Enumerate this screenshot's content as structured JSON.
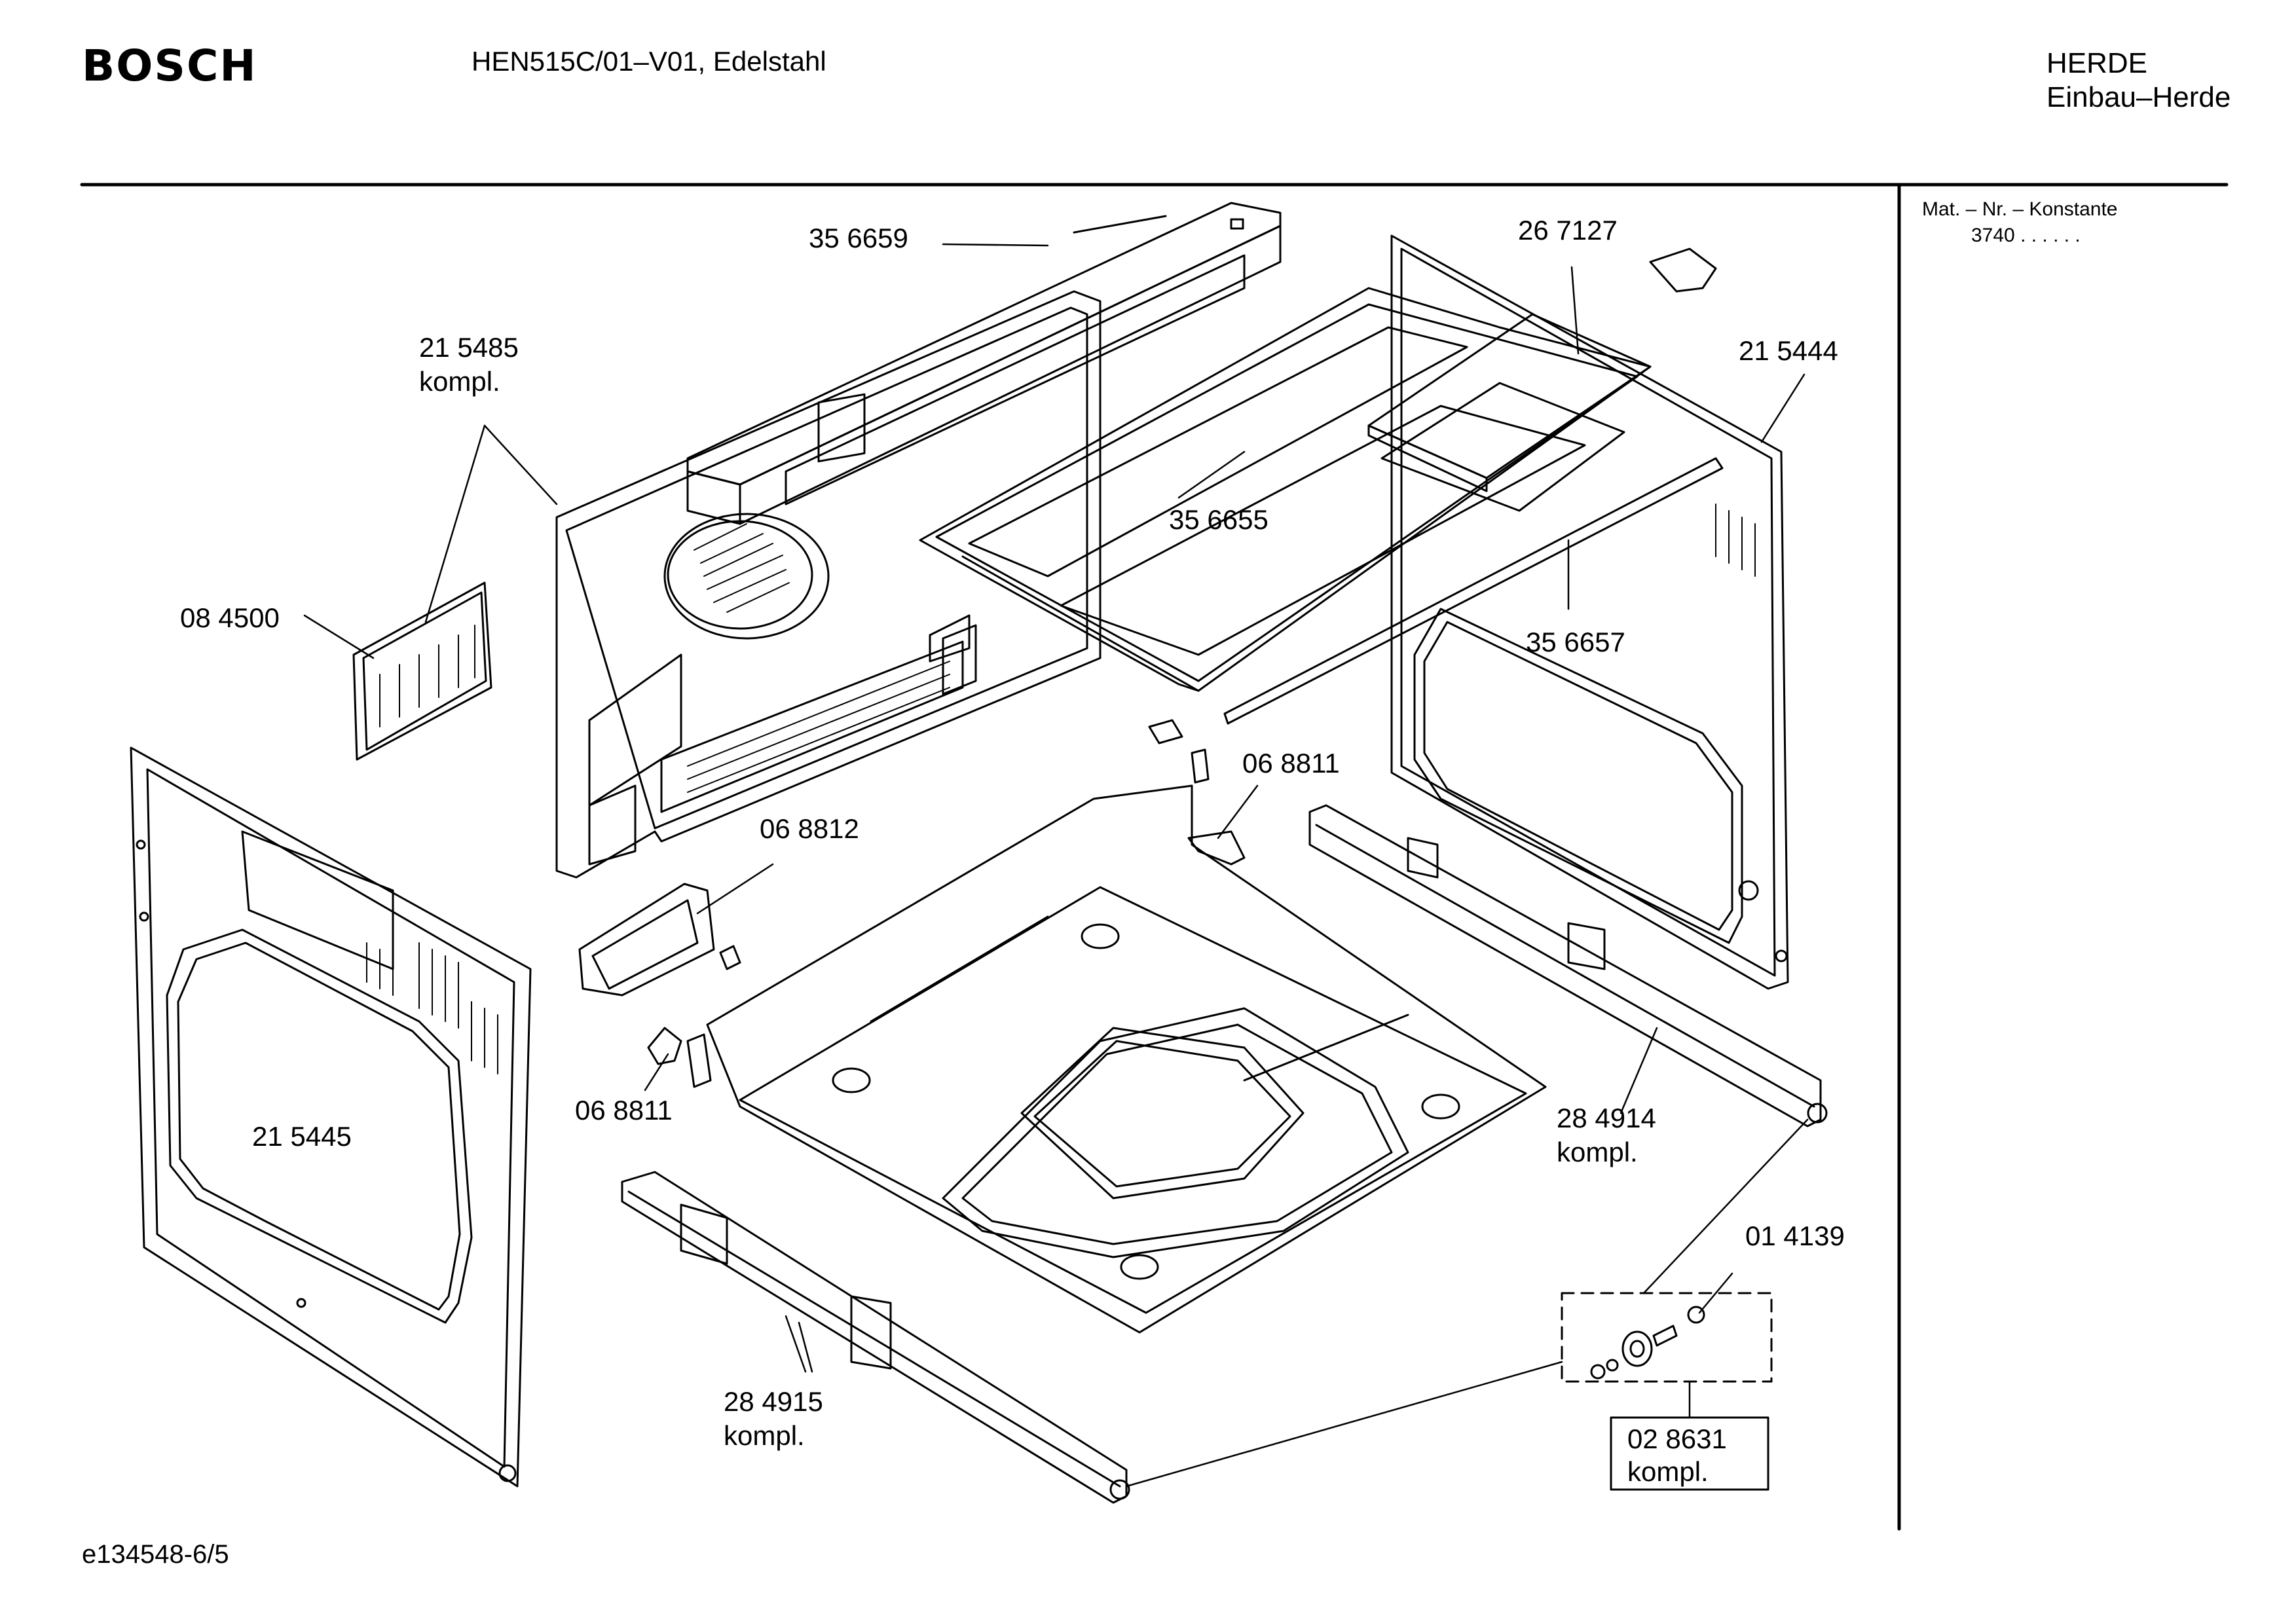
{
  "header": {
    "brand": "BOSCH",
    "model": "HEN515C/01–V01, Edelstahl",
    "category": "HERDE",
    "subcategory": "Einbau–Herde"
  },
  "sidebar": {
    "title": "Mat. – Nr. – Konstante",
    "value": "3740  .  .    .  .  .  ."
  },
  "footer": {
    "drawing_id": "e134548-6/5"
  },
  "parts": {
    "p356659": "35 6659",
    "p267127": "26 7127",
    "p215485": "21 5485",
    "p215485_note": "kompl.",
    "p215444": "21 5444",
    "p356655": "35 6655",
    "p084500": "08 4500",
    "p356657": "35 6657",
    "p068811a": "06 8811",
    "p068812": "06 8812",
    "p215445": "21 5445",
    "p068811b": "06 8811",
    "p284914": "28 4914",
    "p284914_note": "kompl.",
    "p014139": "01 4139",
    "p284915": "28 4915",
    "p284915_note": "kompl.",
    "p028631": "02 8631",
    "p028631_note": "kompl."
  }
}
